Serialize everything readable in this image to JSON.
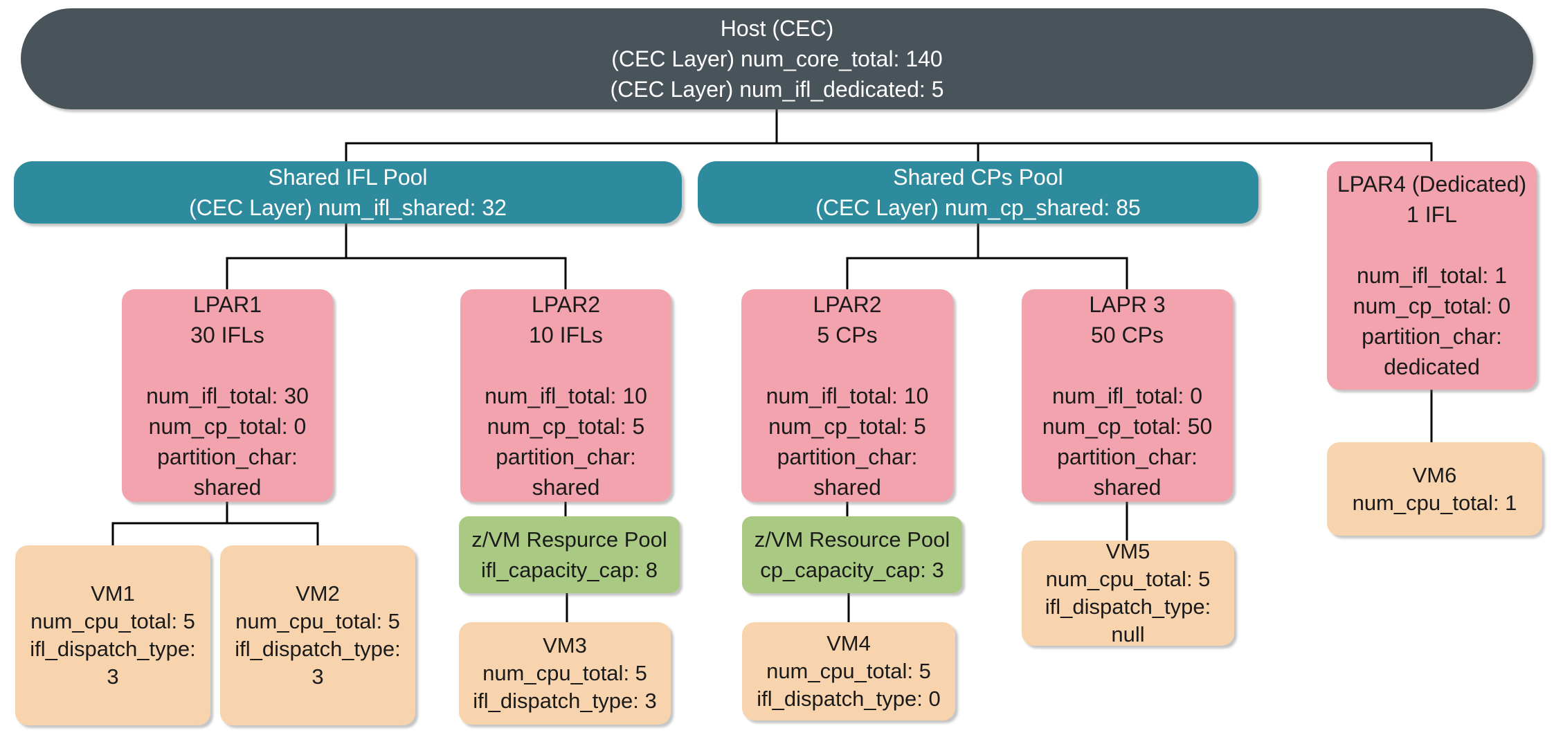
{
  "diagram": {
    "colors": {
      "host": "#49535a",
      "pool": "#2e8b9d",
      "lpar": "#f3a3ae",
      "zvm_pool": "#aaca84",
      "vm": "#f8d4ae",
      "connector": "#000000"
    },
    "nodes": {
      "host": {
        "lines": [
          "Host (CEC)",
          "(CEC Layer) num_core_total: 140",
          "(CEC Layer) num_ifl_dedicated: 5"
        ]
      },
      "shared_ifl_pool": {
        "lines": [
          "Shared IFL Pool",
          "(CEC Layer) num_ifl_shared: 32"
        ]
      },
      "shared_cps_pool": {
        "lines": [
          "Shared CPs Pool",
          "(CEC Layer) num_cp_shared: 85"
        ]
      },
      "lpar4": {
        "lines": [
          "LPAR4 (Dedicated)",
          "1 IFL",
          "",
          "num_ifl_total: 1",
          "num_cp_total: 0",
          "partition_char:",
          "dedicated"
        ]
      },
      "lpar1": {
        "lines": [
          "LPAR1",
          "30 IFLs",
          "",
          "num_ifl_total: 30",
          "num_cp_total: 0",
          "partition_char:",
          "shared"
        ]
      },
      "lpar2_ifl": {
        "lines": [
          "LPAR2",
          "10 IFLs",
          "",
          "num_ifl_total: 10",
          "num_cp_total: 5",
          "partition_char:",
          "shared"
        ]
      },
      "lpar2_cp": {
        "lines": [
          "LPAR2",
          "5 CPs",
          "",
          "num_ifl_total: 10",
          "num_cp_total: 5",
          "partition_char:",
          "shared"
        ]
      },
      "lapr3": {
        "lines": [
          "LAPR 3",
          "50 CPs",
          "",
          "num_ifl_total: 0",
          "num_cp_total: 50",
          "partition_char:",
          "shared"
        ]
      },
      "zvm_pool_ifl": {
        "lines": [
          "z/VM Respurce Pool",
          "ifl_capacity_cap: 8"
        ]
      },
      "zvm_pool_cp": {
        "lines": [
          "z/VM Resource Pool",
          "cp_capacity_cap: 3"
        ]
      },
      "vm1": {
        "lines": [
          "VM1",
          "num_cpu_total: 5",
          "ifl_dispatch_type:",
          "3"
        ]
      },
      "vm2": {
        "lines": [
          "VM2",
          "num_cpu_total: 5",
          "ifl_dispatch_type:",
          "3"
        ]
      },
      "vm3": {
        "lines": [
          "VM3",
          "num_cpu_total: 5",
          "ifl_dispatch_type: 3"
        ]
      },
      "vm4": {
        "lines": [
          "VM4",
          "num_cpu_total: 5",
          "ifl_dispatch_type: 0"
        ]
      },
      "vm5": {
        "lines": [
          "VM5",
          "num_cpu_total: 5",
          "ifl_dispatch_type:",
          "null"
        ]
      },
      "vm6": {
        "lines": [
          "VM6",
          "num_cpu_total: 1"
        ]
      }
    }
  }
}
